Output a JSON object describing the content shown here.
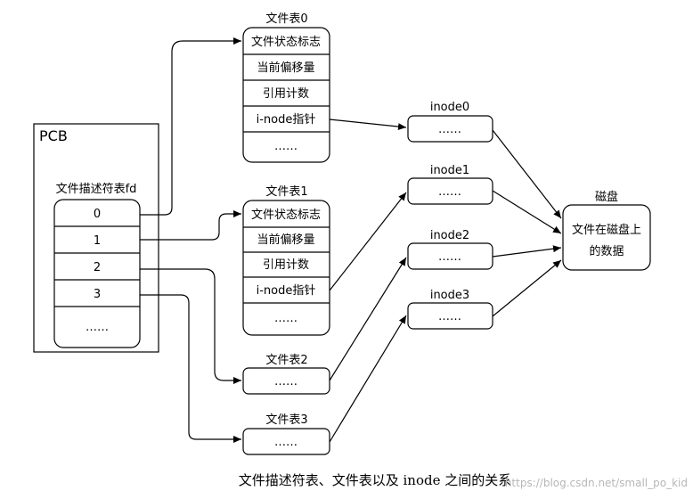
{
  "pcb": {
    "title": "PCB",
    "fd_table_label": "文件描述符表fd",
    "fd_entries": [
      "0",
      "1",
      "2",
      "3",
      "……"
    ]
  },
  "file_tables": [
    {
      "title": "文件表0",
      "fields": [
        "文件状态标志",
        "当前偏移量",
        "引用计数",
        "i-node指针",
        "……"
      ]
    },
    {
      "title": "文件表1",
      "fields": [
        "文件状态标志",
        "当前偏移量",
        "引用计数",
        "i-node指针",
        "……"
      ]
    },
    {
      "title": "文件表2",
      "body": "……"
    },
    {
      "title": "文件表3",
      "body": "……"
    }
  ],
  "inodes": [
    {
      "title": "inode0",
      "body": "……"
    },
    {
      "title": "inode1",
      "body": "……"
    },
    {
      "title": "inode2",
      "body": "……"
    },
    {
      "title": "inode3",
      "body": "……"
    }
  ],
  "disk": {
    "title": "磁盘",
    "line1": "文件在磁盘上",
    "line2": "的数据"
  },
  "caption": "文件描述符表、文件表以及 inode 之间的关系",
  "watermark": "https://blog.csdn.net/small_po_kid"
}
